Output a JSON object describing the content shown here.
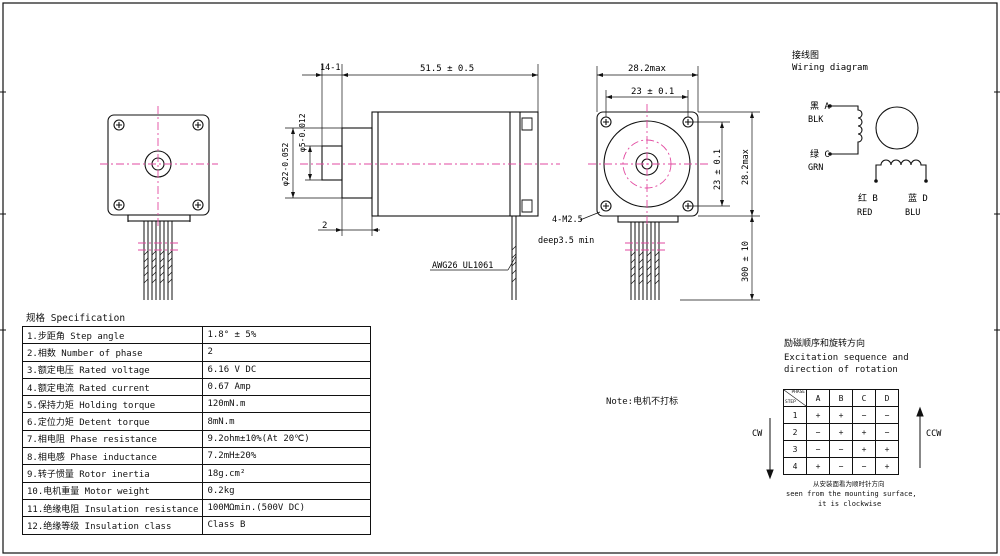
{
  "dims": {
    "shaft_len": "14-1",
    "body_len": "51.5 ± 0.5",
    "shaft_dia": "φ5-0.012",
    "pilot_dia": "φ22-0.052",
    "flange_thk": "2",
    "awg": "AWG26 UL1061",
    "width_max": "28.2max",
    "hole_pitch": "23 ± 0.1",
    "hole_pitch_v": "23 ± 0.1",
    "height_max": "28.2max",
    "screw": "4-M2.5",
    "screw_depth": "deep3.5 min",
    "lead_len": "300 ± 10"
  },
  "wiring": {
    "title_cn": "接线图",
    "title_en": "Wiring diagram",
    "a_cn": "黑 A",
    "a_en": "BLK",
    "c_cn": "绿 C",
    "c_en": "GRN",
    "b_cn": "红 B",
    "b_en": "RED",
    "d_cn": "蓝 D",
    "d_en": "BLU"
  },
  "spec": {
    "title": "规格 Specification",
    "rows": [
      {
        "label": "1.步距角 Step angle",
        "value": "1.8° ± 5%"
      },
      {
        "label": "2.相数 Number of phase",
        "value": "2"
      },
      {
        "label": "3.额定电压 Rated voltage",
        "value": "6.16 V DC"
      },
      {
        "label": "4.额定电流 Rated current",
        "value": "0.67 Amp"
      },
      {
        "label": "5.保持力矩 Holding torque",
        "value": "120mN.m"
      },
      {
        "label": "6.定位力矩 Detent torque",
        "value": "8mN.m"
      },
      {
        "label": "7.相电阻 Phase resistance",
        "value": "9.2ohm±10%(At 20℃)"
      },
      {
        "label": "8.相电感 Phase inductance",
        "value": "7.2mH±20%"
      },
      {
        "label": "9.转子惯量 Rotor inertia",
        "value": "18g.cm²"
      },
      {
        "label": "10.电机重量 Motor weight",
        "value": "0.2kg"
      },
      {
        "label": "11.绝缘电阻 Insulation resistance",
        "value": "100MΩmin.(500V DC)"
      },
      {
        "label": "12.绝缘等级 Insulation class",
        "value": "Class B"
      }
    ]
  },
  "note": "Note:电机不打标",
  "excitation": {
    "title_cn": "励磁顺序和旋转方向",
    "title_en1": "Excitation sequence and",
    "title_en2": "direction of rotation",
    "corner_phase": "PHASE",
    "corner_step": "STEP",
    "phases": [
      "A",
      "B",
      "C",
      "D"
    ],
    "rows": [
      {
        "step": "1",
        "cells": [
          "+",
          "+",
          "−",
          "−"
        ]
      },
      {
        "step": "2",
        "cells": [
          "−",
          "+",
          "+",
          "−"
        ]
      },
      {
        "step": "3",
        "cells": [
          "−",
          "−",
          "+",
          "+"
        ]
      },
      {
        "step": "4",
        "cells": [
          "+",
          "−",
          "−",
          "+"
        ]
      }
    ],
    "cw": "CW",
    "ccw": "CCW",
    "footnote_cn": "从安装面看为顺时针方向",
    "footnote_en1": "seen from the mounting surface,",
    "footnote_en2": "it is clockwise"
  }
}
